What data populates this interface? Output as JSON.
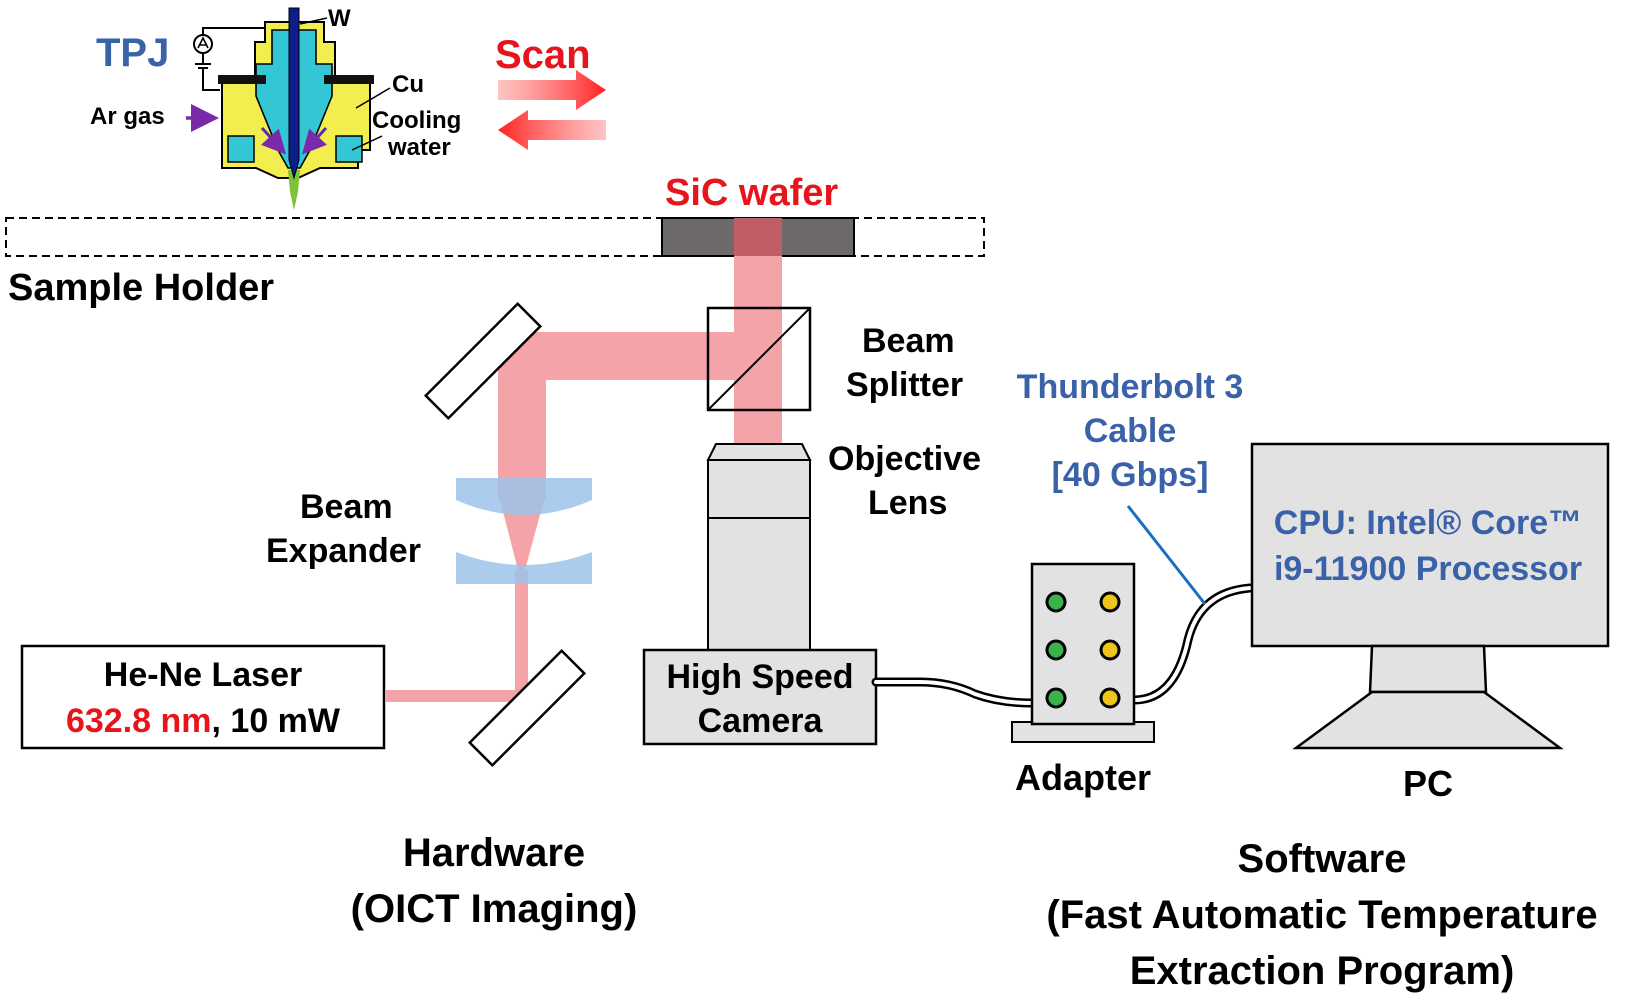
{
  "colors": {
    "beam": "#f4a3a8",
    "beam_dark": "#e57f86",
    "red_text": "#e8141c",
    "blue_text": "#3a62a8",
    "lens": "#9cc3ea",
    "wafer": "#6e6a6a",
    "box_fill": "#e2e2e2",
    "torch_yellow": "#f2ee4f",
    "torch_cyan": "#33c7d6",
    "electrode": "#0f1d8a",
    "arrow_purple": "#7a2aa8",
    "flame": "#7cc435",
    "led_green": "#3bb24a",
    "led_yellow": "#f0c419",
    "cable_blue": "#1a6fc0"
  },
  "torch": {
    "title": "TPJ",
    "tungsten": "W",
    "copper": "Cu",
    "gas": "Ar gas",
    "cooling_line1": "Cooling",
    "cooling_line2": "water"
  },
  "scan": {
    "label": "Scan"
  },
  "wafer": {
    "label": "SiC wafer"
  },
  "holder": {
    "label": "Sample Holder"
  },
  "beam_splitter": {
    "line1": "Beam",
    "line2": "Splitter"
  },
  "objective": {
    "line1": "Objective",
    "line2": "Lens"
  },
  "beam_expander": {
    "line1": "Beam",
    "line2": "Expander"
  },
  "laser": {
    "line1": "He-Ne Laser",
    "wavelength": "632.8 nm",
    "power": ", 10 mW"
  },
  "camera": {
    "line1": "High Speed",
    "line2": "Camera"
  },
  "adapter": {
    "label": "Adapter"
  },
  "cable": {
    "line1": "Thunderbolt 3",
    "line2": "Cable",
    "line3": "[40 Gbps]"
  },
  "pc": {
    "label": "PC",
    "cpu_line1": "CPU: Intel® Core™",
    "cpu_line2": "i9-11900 Processor"
  },
  "hardware": {
    "line1": "Hardware",
    "line2": "(OICT Imaging)"
  },
  "software": {
    "line1": "Software",
    "line2": "(Fast Automatic Temperature",
    "line3": "Extraction Program)"
  }
}
